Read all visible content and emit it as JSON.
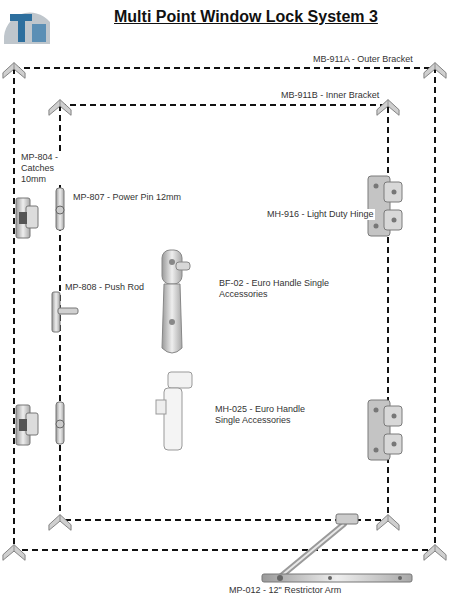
{
  "diagram": {
    "title": "Multi Point Window Lock System 3",
    "labels": [
      "MB-911A - Outer Bracket",
      "MB-911B - Inner Bracket",
      "MP-804 - Catches 10mm",
      "MP-807 - Power Pin 12mm",
      "MH-916 - Light Duty Hinge",
      "MP-808 - Push Rod",
      "BF-02 - Euro Handle Single Accessories",
      "MH-025 - Euro Handle Single Accessories",
      "MP-012 - 12\" Restrictor Arm"
    ]
  }
}
